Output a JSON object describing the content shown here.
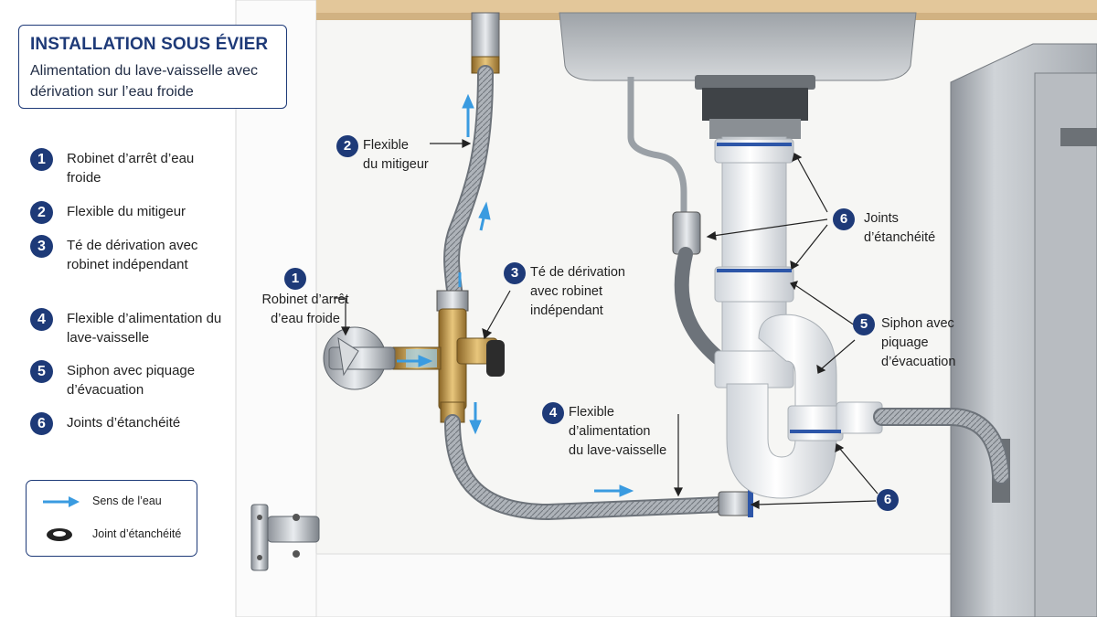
{
  "title": {
    "main": "INSTALLATION SOUS ÉVIER",
    "sub": "Alimentation du lave-vaisselle avec dérivation sur l’eau froide"
  },
  "legend": [
    {
      "num": "1",
      "text": "Robinet d’arrêt d’eau froide"
    },
    {
      "num": "2",
      "text": "Flexible du mitigeur"
    },
    {
      "num": "3",
      "text": "Té de dérivation avec robinet indépendant"
    },
    {
      "num": "4",
      "text": "Flexible d’alimentation du lave-vaisselle"
    },
    {
      "num": "5",
      "text": "Siphon avec piquage d’évacuation"
    },
    {
      "num": "6",
      "text": "Joints d’étanchéité"
    }
  ],
  "key": {
    "flow": "Sens de l’eau",
    "seal": "Joint d’étanchéité"
  },
  "callouts": {
    "c1": {
      "num": "1",
      "line1": "Robinet d’arrêt",
      "line2": "d’eau froide"
    },
    "c2": {
      "num": "2",
      "line1": "Flexible",
      "line2": "du mitigeur"
    },
    "c3": {
      "num": "3",
      "line1": "Té de dérivation",
      "line2": "avec robinet",
      "line3": "indépendant"
    },
    "c4": {
      "num": "4",
      "line1": "Flexible",
      "line2": "d’alimentation",
      "line3": "du lave-vaisselle"
    },
    "c5": {
      "num": "5",
      "line1": "Siphon avec",
      "line2": "piquage",
      "line3": "d’évacuation"
    },
    "c6a": {
      "num": "6",
      "line1": "Joints",
      "line2": "d’étanchéité"
    },
    "c6b": {
      "num": "6"
    }
  },
  "colors": {
    "navy": "#1e3a78",
    "flow_arrow": "#3a9be0",
    "brass": "#c49a4a",
    "pvc": "#f3f5f7",
    "seal_blue": "#2d56a8",
    "cabinet": "#fbfbfb",
    "countertop": "#e3c79a"
  },
  "icons": [
    "flow-arrow-icon",
    "seal-ring-icon",
    "hinge-icon"
  ]
}
